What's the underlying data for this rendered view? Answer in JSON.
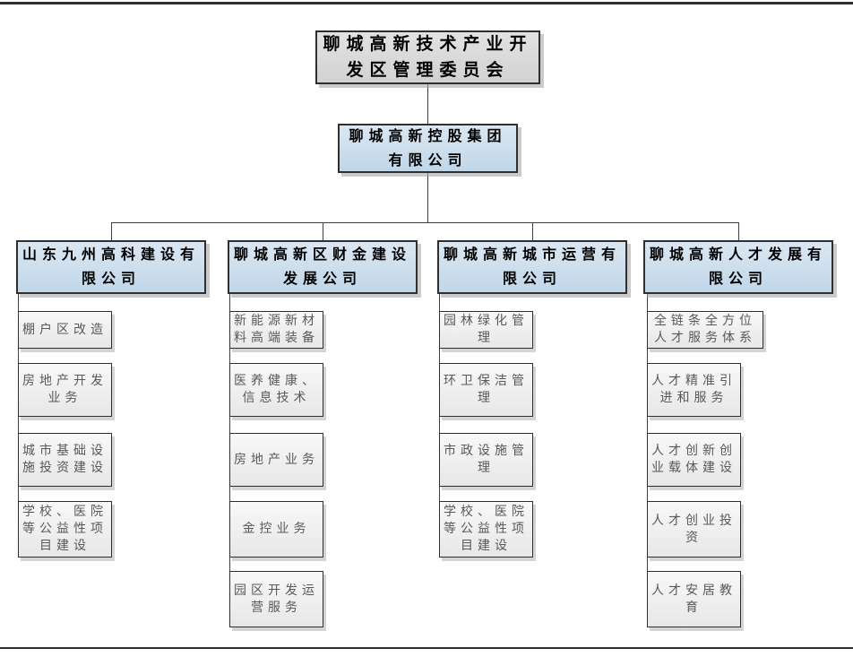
{
  "colors": {
    "background": "#ffffff",
    "page_rule": "#2e2e2e",
    "connector_line": "#3f3f3f",
    "box_border": "#2f2f2f",
    "root_fill": "#d9d9d9",
    "company_fill_top": "#dbe7f2",
    "company_fill_bottom": "#c0d6e8",
    "business_fill_top": "#f8f8f8",
    "business_fill_bottom": "#e7e7e7",
    "heading_text": "#000000",
    "business_text": "#595959",
    "shadow": "#aaaaaa"
  },
  "org_chart": {
    "root": {
      "label": "聊城高新技术产业开\n发区管理委员会"
    },
    "holding": {
      "label": "聊城高新控股集团\n有限公司"
    },
    "branches": [
      {
        "label": "山东九州高科建设有\n限公司",
        "children": [
          "棚户区改造",
          "房地产开发\n业务",
          "城市基础设\n施投资建设",
          "学校、医院\n等公益性项\n目建设"
        ]
      },
      {
        "label": "聊城高新区财金建设\n发展公司",
        "children": [
          "新能源新材\n料高端装备",
          "医养健康、\n信息技术",
          "房地产业务",
          "金控业务",
          "园区开发运\n营服务"
        ]
      },
      {
        "label": "聊城高新城市运营有\n限公司",
        "children": [
          "园林绿化管\n理",
          "环卫保洁管\n理",
          "市政设施管\n理",
          "学校、医院\n等公益性项\n目建设"
        ]
      },
      {
        "label": "聊城高新人才发展有\n限公司",
        "children": [
          "全链条全方位\n人才服务体系",
          "人才精准引\n进和服务",
          "人才创新创\n业载体建设",
          "人才创业投\n资",
          "人才安居教\n育"
        ]
      }
    ]
  }
}
